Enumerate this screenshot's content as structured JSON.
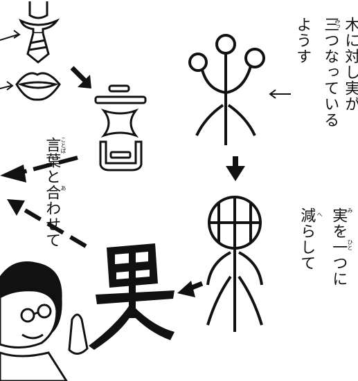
{
  "top_right_text": {
    "line1": "木に対し実が",
    "line2": "三つなっている",
    "line3": "ようす",
    "ruby_mittsu": "みっ"
  },
  "middle_left_text": {
    "line1": "言葉と合わせて",
    "ruby_kotoba": "ことば",
    "ruby_a": "あ"
  },
  "right_text": {
    "line1": "実を一つに",
    "line2": "減らして",
    "ruby_mi": "み",
    "ruby_hito": "ひと",
    "ruby_he": "へ"
  },
  "kanji_final": "果",
  "icons": [
    "tie-hat-icon",
    "mouth-icon",
    "ancient-speech-glyph",
    "tree-three-fruits-glyph",
    "fruit-tree-glyph",
    "teacher-character"
  ]
}
